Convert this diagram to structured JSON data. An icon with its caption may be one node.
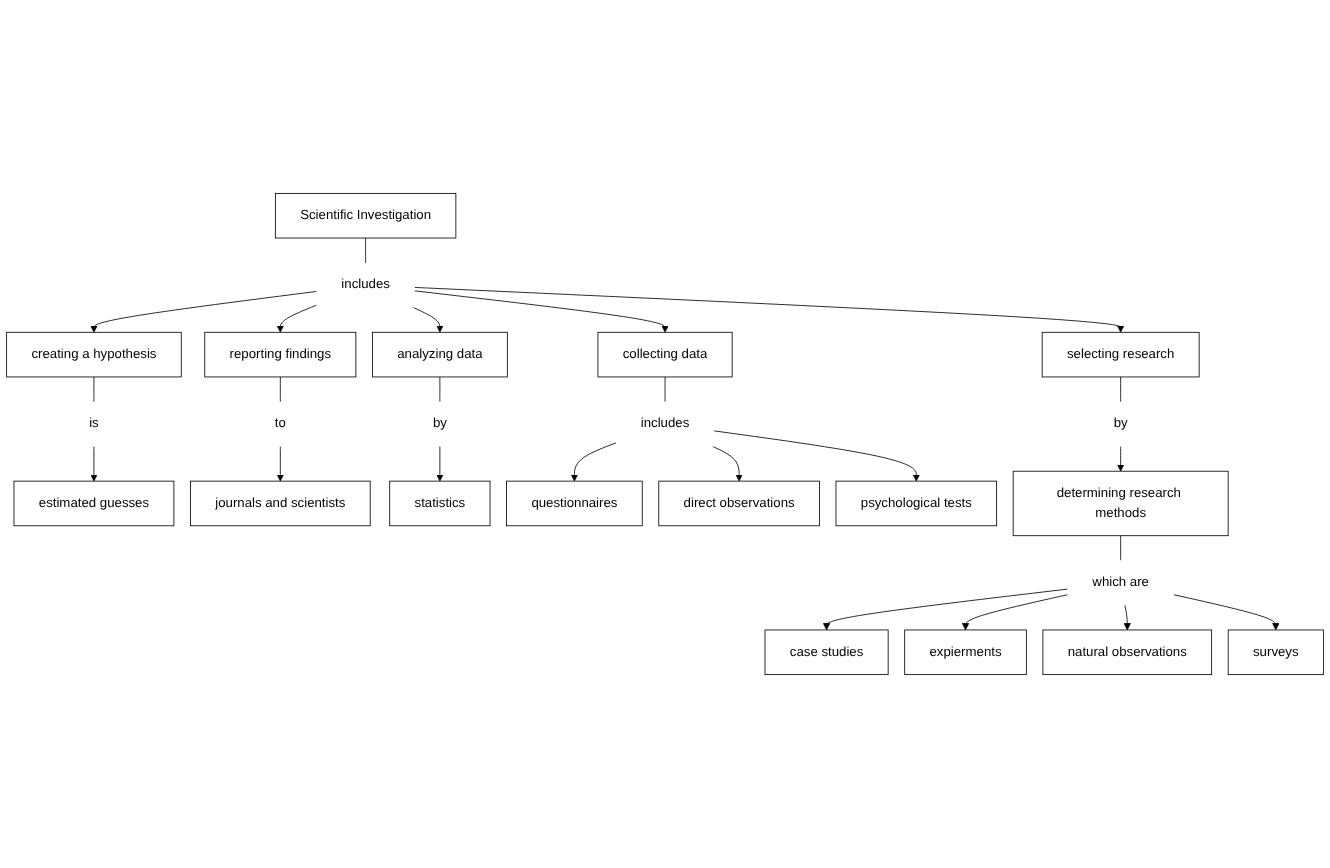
{
  "diagram": {
    "nodes": [
      {
        "text": [
          "Scientific Investigation"
        ]
      },
      {
        "text": [
          "includes"
        ]
      },
      {
        "text": [
          "reporting findings"
        ]
      },
      {
        "text": [
          "creating a hypothesis"
        ]
      },
      {
        "text": [
          "analyzing data"
        ]
      },
      {
        "text": [
          "to"
        ]
      },
      {
        "text": [
          "journals and scientists"
        ]
      },
      {
        "text": [
          "is"
        ]
      },
      {
        "text": [
          "selecting research"
        ]
      },
      {
        "text": [
          "collecting data"
        ]
      },
      {
        "text": [
          "by"
        ]
      },
      {
        "text": [
          "statistics"
        ]
      },
      {
        "text": [
          "includes"
        ]
      },
      {
        "text": [
          "estimated guesses"
        ]
      },
      {
        "text": [
          "by"
        ]
      },
      {
        "text": [
          "direct observations"
        ]
      },
      {
        "text": [
          "questionnaires"
        ]
      },
      {
        "text": [
          "determining research methods"
        ]
      },
      {
        "text": [
          "psychological tests"
        ]
      },
      {
        "text": [
          "expierments"
        ]
      },
      {
        "text": [
          "case studies"
        ]
      },
      {
        "text": [
          "which are"
        ]
      },
      {
        "text": [
          "surveys"
        ]
      },
      {
        "text": [
          "natural observations"
        ]
      }
    ],
    "edges": [
      {
        "from": 0,
        "to": 1,
        "arrow": "none"
      },
      {
        "from": 1,
        "to": 3,
        "arrow": "to"
      },
      {
        "from": 1,
        "to": 2,
        "arrow": "to"
      },
      {
        "from": 1,
        "to": 4,
        "arrow": "to"
      },
      {
        "from": 1,
        "to": 9,
        "arrow": "to"
      },
      {
        "from": 1,
        "to": 8,
        "arrow": "to"
      },
      {
        "from": 3,
        "to": 7,
        "arrow": "none"
      },
      {
        "from": 7,
        "to": 13,
        "arrow": "to"
      },
      {
        "from": 2,
        "to": 5,
        "arrow": "none"
      },
      {
        "from": 5,
        "to": 6,
        "arrow": "to"
      },
      {
        "from": 4,
        "to": 10,
        "arrow": "none"
      },
      {
        "from": 10,
        "to": 11,
        "arrow": "to"
      },
      {
        "from": 8,
        "to": 14,
        "arrow": "none"
      },
      {
        "from": 14,
        "to": 17,
        "arrow": "to"
      },
      {
        "from": 9,
        "to": 12,
        "arrow": "none"
      },
      {
        "from": 12,
        "to": 16,
        "arrow": "to"
      },
      {
        "from": 12,
        "to": 15,
        "arrow": "to"
      },
      {
        "from": 12,
        "to": 18,
        "arrow": "to"
      },
      {
        "from": 17,
        "to": 21,
        "arrow": "none"
      },
      {
        "from": 21,
        "to": 20,
        "arrow": "to"
      },
      {
        "from": 21,
        "to": 19,
        "arrow": "to"
      },
      {
        "from": 21,
        "to": 23,
        "arrow": "to"
      },
      {
        "from": 21,
        "to": 22,
        "arrow": "to"
      }
    ]
  }
}
